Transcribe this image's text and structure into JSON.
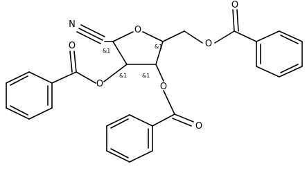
{
  "molecule": {
    "atom_labels": {
      "nitrile_n": "N",
      "ring_o": "O",
      "ester_o_5": "O",
      "carbonyl_o_5": "O",
      "ester_o_2": "O",
      "carbonyl_o_2": "O",
      "ester_o_3": "O",
      "carbonyl_o_3": "O"
    },
    "stereo_labels": {
      "c1": "&1",
      "c2": "&1",
      "c3": "&1",
      "c4": "&1"
    }
  }
}
